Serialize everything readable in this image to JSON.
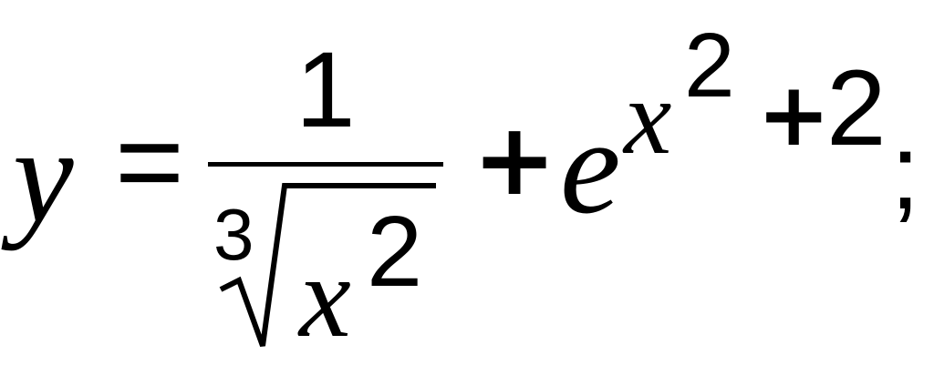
{
  "formula": {
    "lhs": "y",
    "equals": "=",
    "numerator": "1",
    "root_index": "3",
    "radicand_base": "x",
    "radicand_exp": "2",
    "plus_1": "+",
    "exp_base": "e",
    "exp_base_var": "x",
    "exp_var_exp": "2",
    "plus_2": "+",
    "exp_const": "2",
    "terminator": ";"
  }
}
